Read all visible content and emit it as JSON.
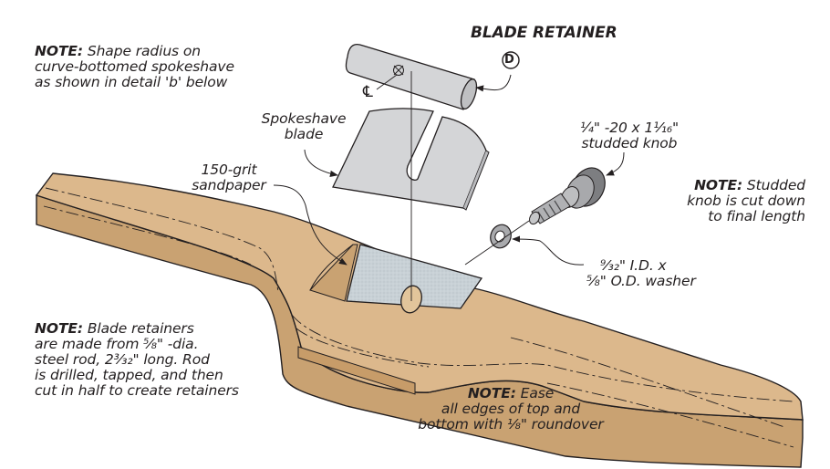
{
  "diagram": {
    "subject": "Spokeshave exploded assembly",
    "colors": {
      "wood": "#dcb88c",
      "wood_shadow": "#c9a272",
      "steel": "#d4d5d7",
      "steel_dark": "#9a9b9e",
      "sandpaper": "#c5ced3",
      "ink": "#231f20"
    },
    "labels": {
      "blade_retainer": {
        "title": "BLADE RETAINER",
        "callout_letter": "D"
      },
      "spokeshave_blade": {
        "line1": "Spokeshave",
        "line2": "blade"
      },
      "sandpaper": {
        "line1": "150-grit",
        "line2": "sandpaper"
      },
      "studded_knob": {
        "line1": "¼\" -20 x 1¹⁄₁₆\"",
        "line2": "studded knob"
      },
      "washer": {
        "line1": "⁹⁄₃₂\" I.D. x",
        "line2": "⁵⁄₈\" O.D. washer"
      },
      "centerline_symbol": "℄"
    },
    "notes": {
      "shape_radius": {
        "heading": "NOTE:",
        "line1": " Shape radius on",
        "line2": "curve-bottomed spokeshave",
        "line3": "as shown in detail 'b' below"
      },
      "studded_knob": {
        "heading": "NOTE:",
        "line1": " Studded",
        "line2": "knob is cut down",
        "line3": "to final length"
      },
      "blade_retainers": {
        "heading": "NOTE:",
        "line1": " Blade retainers",
        "line2": "are made from ⁵⁄₈\" -dia.",
        "line3": "steel rod, 2³⁄₃₂\"  long. Rod",
        "line4": "is drilled, tapped, and then",
        "line5": "cut in half to create retainers"
      },
      "ease_edges": {
        "heading": "NOTE:",
        "line1": " Ease",
        "line2": "all edges of top and",
        "line3": "bottom with ⅛\"  roundover"
      }
    }
  }
}
